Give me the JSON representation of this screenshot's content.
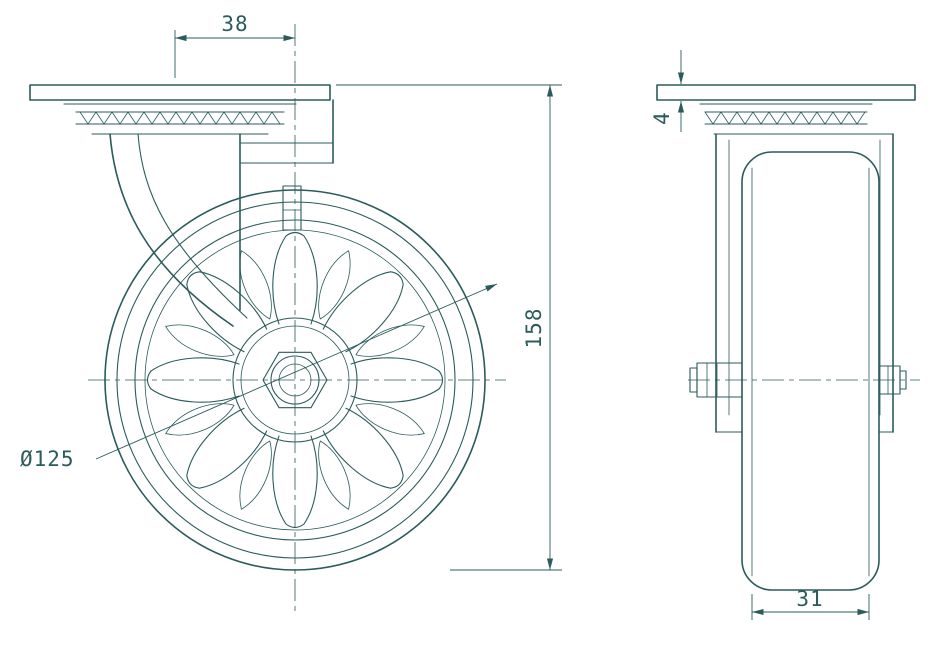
{
  "drawing": {
    "title": "swivel-caster-two-view-technical-drawing",
    "dimensions": {
      "plate_offset": "38",
      "overall_height": "158",
      "wheel_diameter": "Ø125",
      "wheel_width": "31",
      "plate_thickness": "4"
    },
    "colors": {
      "line": "#2b5b5b",
      "background": "#ffffff"
    }
  }
}
